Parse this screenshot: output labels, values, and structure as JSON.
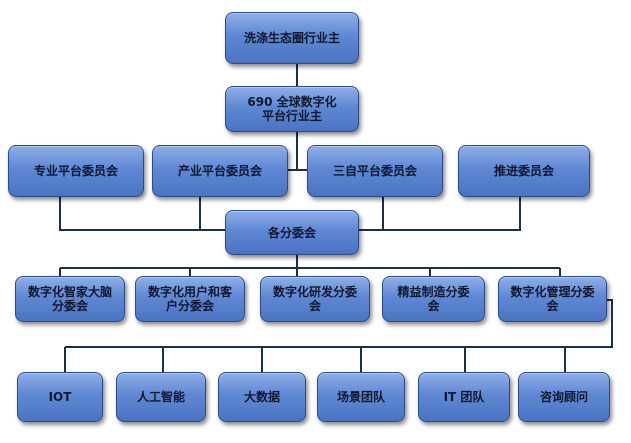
{
  "nodes": {
    "owner": "洗涤生态圈行业主",
    "platform_owner": "690 全球数字化平台行业主",
    "committees": {
      "professional": "专业平台委员会",
      "industry": "产业平台委员会",
      "self_three": "三自平台委员会",
      "promotion": "推进委员会"
    },
    "subcommittees_hub": "各分委会",
    "subcommittees": {
      "smart_home": "数字化智家大脑分委会",
      "user_customer": "数字化用户和客户分委会",
      "rnd": "数字化研发分委会",
      "lean_mfg": "精益制造分委会",
      "management": "数字化管理分委会"
    },
    "teams": {
      "iot": "IOT",
      "ai": "人工智能",
      "big_data": "大数据",
      "scenario": "场景团队",
      "it": "IT 团队",
      "consulting": "咨询顾问"
    }
  },
  "colors": {
    "node_fill_top": "#8faee8",
    "node_fill_bottom": "#4a74c2",
    "node_border": "#2a4c8e",
    "connector": "#1f2f4a"
  }
}
